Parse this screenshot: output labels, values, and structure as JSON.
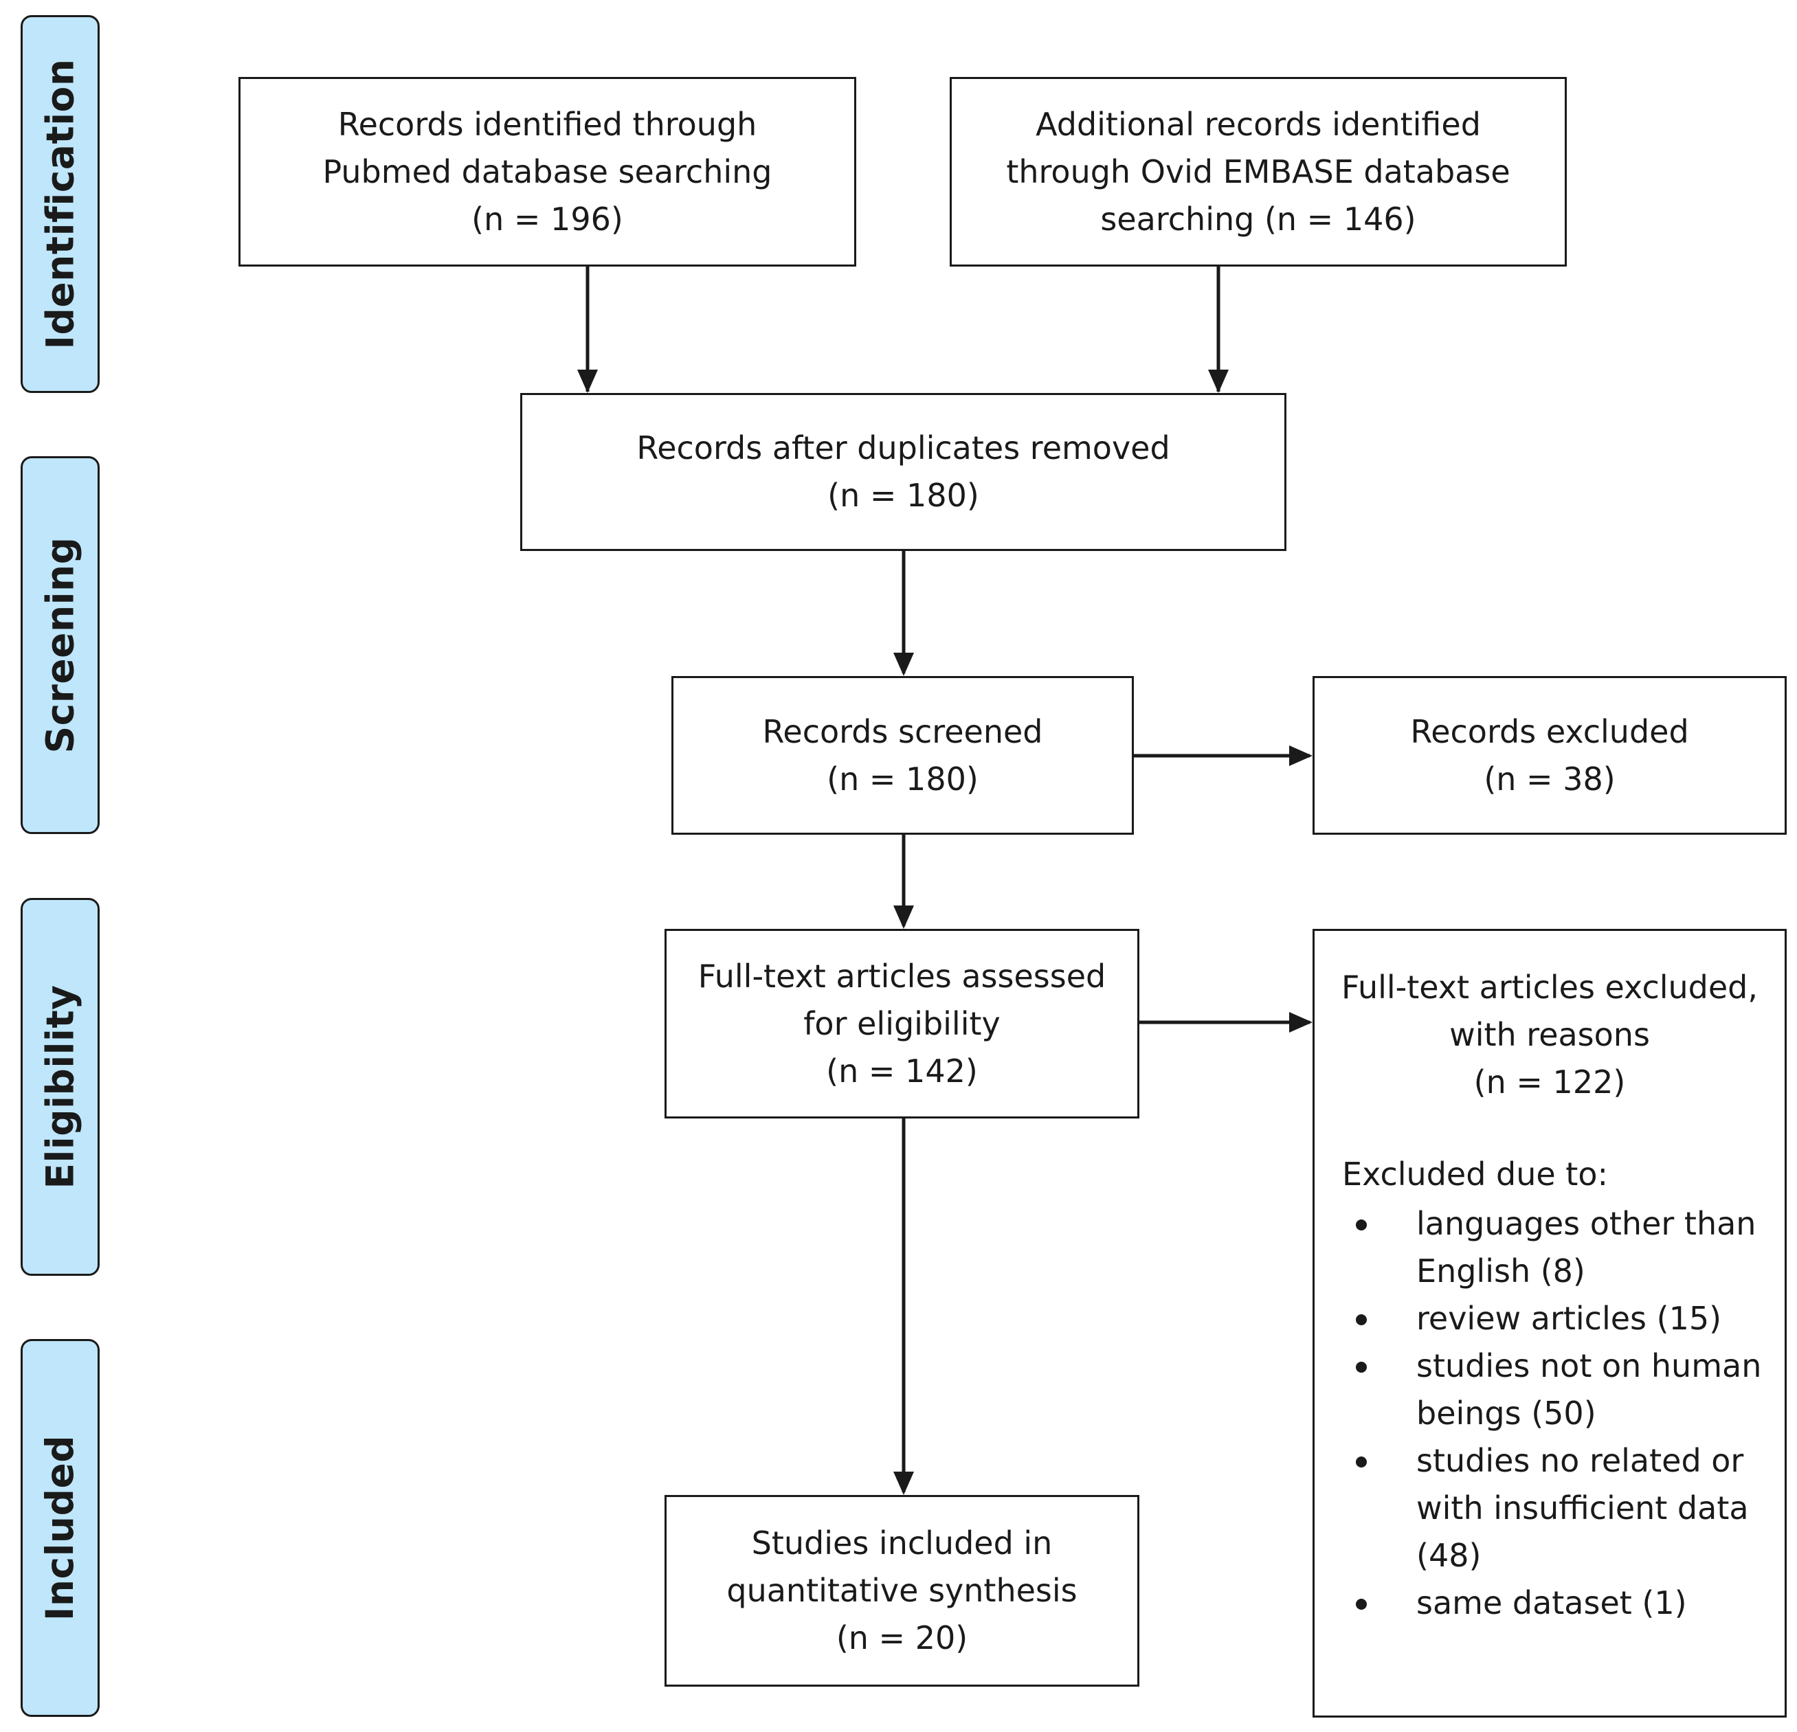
{
  "phases": [
    "Identification",
    "Screening",
    "Eligibility",
    "Included"
  ],
  "boxes": {
    "pubmed": [
      "Records identified through",
      "Pubmed database searching",
      "(n =  196)"
    ],
    "embase": [
      "Additional records identified",
      "through Ovid EMBASE database",
      "searching (n = 146)"
    ],
    "dedup": [
      "Records after duplicates removed",
      "(n = 180)"
    ],
    "screened": [
      "Records screened",
      "(n = 180)"
    ],
    "screen_excluded": [
      "Records excluded",
      "(n = 38)"
    ],
    "fulltext": [
      "Full-text articles assessed",
      "for eligibility",
      "(n =  142)"
    ],
    "included": [
      "Studies included in",
      "quantitative synthesis",
      "(n = 20)"
    ]
  },
  "fulltext_excluded": {
    "header": [
      "Full-text articles excluded,",
      "with reasons",
      "(n = 122)"
    ],
    "lead": "Excluded due to:",
    "reasons": [
      [
        "languages other than",
        "English (8)"
      ],
      [
        "review articles (15)"
      ],
      [
        "studies not on human",
        "beings (50)"
      ],
      [
        "studies no related or",
        "with insufficient data",
        "(48)"
      ],
      [
        "same dataset (1)"
      ]
    ]
  }
}
